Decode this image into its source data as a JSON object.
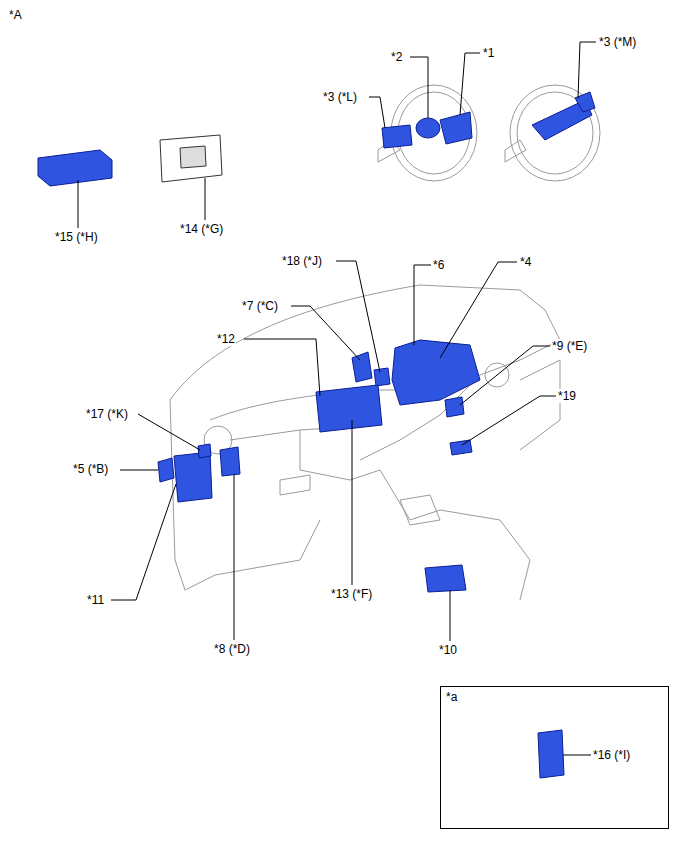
{
  "diagram": {
    "nodes": [
      {
        "text": [
          "*a",
          "*16 (*I)"
        ]
      }
    ],
    "labels": [
      "*A",
      "*1",
      "*2",
      "*3 (*L)",
      "*3 (*M)",
      "*15 (*H)",
      "*14 (*G)",
      "*18 (*J)",
      "*6",
      "*4",
      "*7 (*C)",
      "*12",
      "*9 (*E)",
      "*17 (*K)",
      "*19",
      "*5 (*B)",
      "*11",
      "*13 (*F)",
      "*8 (*D)",
      "*10"
    ]
  }
}
